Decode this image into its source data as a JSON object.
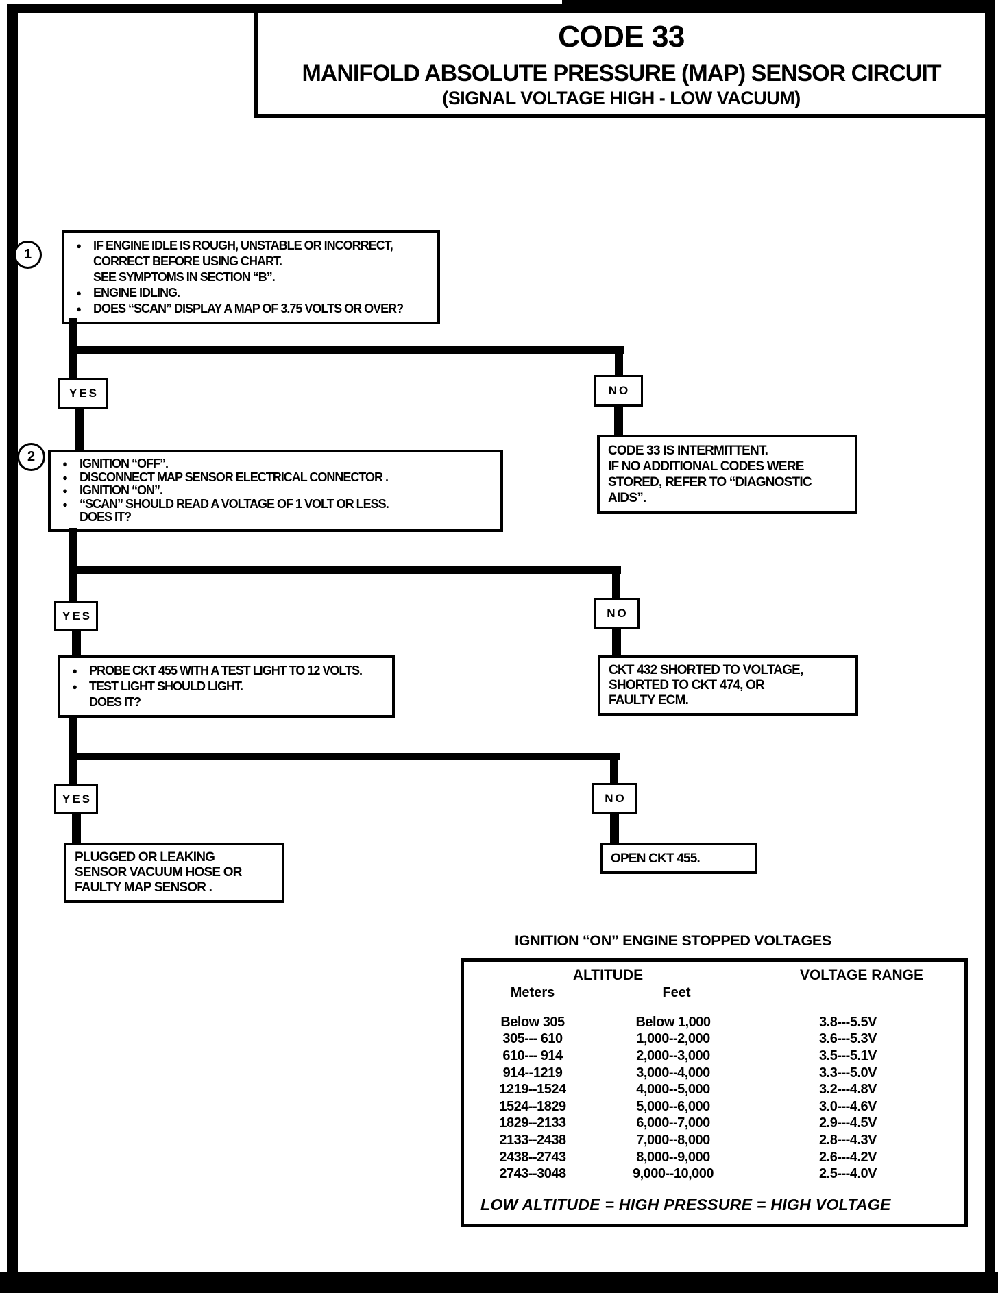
{
  "header": {
    "code": "CODE 33",
    "title": "MANIFOLD ABSOLUTE PRESSURE (MAP) SENSOR CIRCUIT",
    "subtitle": "(SIGNAL VOLTAGE HIGH - LOW VACUUM)"
  },
  "icons": {
    "bullet": "●"
  },
  "labels": {
    "yes": "YES",
    "no": "NO"
  },
  "steps": {
    "step1": {
      "number": "1",
      "bullets": [
        "IF ENGINE IDLE IS ROUGH, UNSTABLE OR INCORRECT,\nCORRECT BEFORE USING CHART.\nSEE SYMPTOMS IN SECTION “B”.",
        "ENGINE IDLING.",
        "DOES “SCAN” DISPLAY A MAP OF 3.75  VOLTS OR OVER?"
      ]
    },
    "step2": {
      "number": "2",
      "bullets": [
        "IGNITION “OFF”.",
        "DISCONNECT MAP SENSOR ELECTRICAL CONNECTOR .",
        "IGNITION “ON”.",
        "“SCAN” SHOULD READ  A VOLTAGE OF 1 VOLT OR LESS.\nDOES IT?"
      ]
    },
    "step3": {
      "bullets": [
        "PROBE CKT 455 WITH A TEST LIGHT TO 12  VOLTS.",
        "TEST LIGHT SHOULD LIGHT.\nDOES IT?"
      ]
    }
  },
  "results": {
    "intermittent": "CODE 33 IS INTERMITTENT.\nIF NO ADDITIONAL CODES WERE\nSTORED, REFER TO “DIAGNOSTIC\nAIDS”.",
    "ckt432": "CKT 432 SHORTED TO VOLTAGE,\nSHORTED TO CKT 474, OR\nFAULTY ECM.",
    "plugged": "PLUGGED OR LEAKING\nSENSOR  VACUUM HOSE OR\nFAULTY MAP SENSOR .",
    "open_ckt": "OPEN CKT 455."
  },
  "voltage_table": {
    "title": "IGNITION “ON” ENGINE STOPPED VOLTAGES",
    "header_group": "ALTITUDE",
    "col_meters": "Meters",
    "col_feet": "Feet",
    "col_voltage": "VOLTAGE RANGE",
    "rows": [
      {
        "meters": "Below 305",
        "feet": "Below 1,000",
        "voltage": "3.8---5.5V"
      },
      {
        "meters": "305--- 610",
        "feet": "1,000--2,000",
        "voltage": "3.6---5.3V"
      },
      {
        "meters": "610--- 914",
        "feet": "2,000--3,000",
        "voltage": "3.5---5.1V"
      },
      {
        "meters": "914--1219",
        "feet": "3,000--4,000",
        "voltage": "3.3---5.0V"
      },
      {
        "meters": "1219--1524",
        "feet": "4,000--5,000",
        "voltage": "3.2---4.8V"
      },
      {
        "meters": "1524--1829",
        "feet": "5,000--6,000",
        "voltage": "3.0---4.6V"
      },
      {
        "meters": "1829--2133",
        "feet": "6,000--7,000",
        "voltage": "2.9---4.5V"
      },
      {
        "meters": "2133--2438",
        "feet": "7,000--8,000",
        "voltage": "2.8---4.3V"
      },
      {
        "meters": "2438--2743",
        "feet": "8,000--9,000",
        "voltage": "2.6---4.2V"
      },
      {
        "meters": "2743--3048",
        "feet": "9,000--10,000",
        "voltage": "2.5---4.0V"
      }
    ],
    "footnote": "LOW ALTITUDE  =  HIGH PRESSURE  =  HIGH VOLTAGE"
  },
  "colors": {
    "ink": "#000000",
    "paper": "#ffffff"
  }
}
